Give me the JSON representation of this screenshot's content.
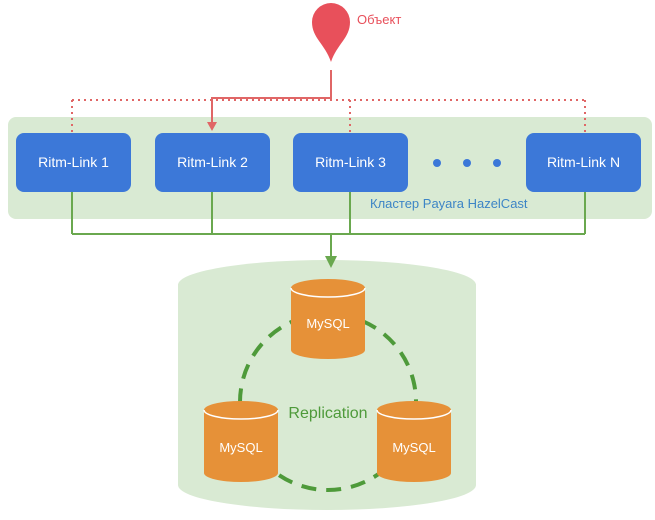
{
  "object": {
    "label": "Объект",
    "color": "#e8505b"
  },
  "cluster": {
    "label": "Кластер Payara HazelCast",
    "background": "#d9ead3",
    "label_color": "#3d85c6",
    "nodes": [
      {
        "label": "Ritm-Link 1"
      },
      {
        "label": "Ritm-Link 2"
      },
      {
        "label": "Ritm-Link 3"
      },
      {
        "label": "Ritm-Link N"
      }
    ],
    "node_color": "#3c78d8",
    "ellipsis_color": "#3c78d8"
  },
  "database": {
    "background": "#d9ead3",
    "replication_label": "Replication",
    "replication_color": "#4e9a3a",
    "db_color": "#e69138",
    "nodes": [
      {
        "label": "MySQL"
      },
      {
        "label": "MySQL"
      },
      {
        "label": "MySQL"
      }
    ]
  },
  "connector_colors": {
    "dotted": "#e06666",
    "solid_red": "#e06666",
    "green": "#6aa84f"
  }
}
